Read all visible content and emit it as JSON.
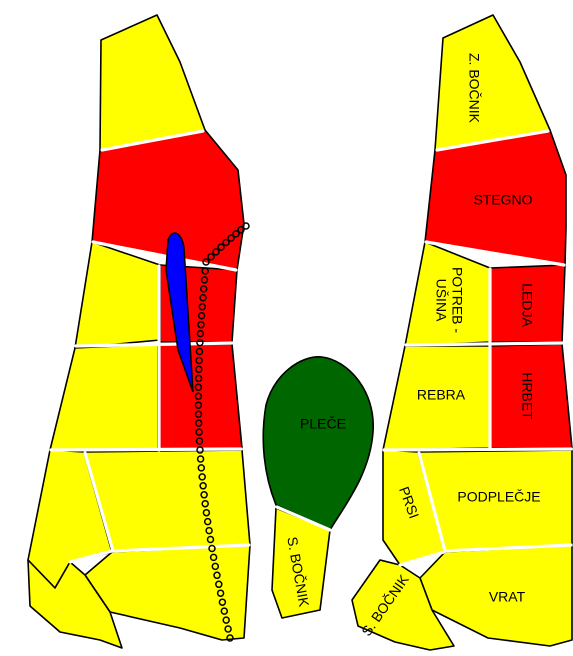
{
  "colors": {
    "yellow_cut": "#FFFF00",
    "red_cut": "#FF0000",
    "green_cut": "#006600",
    "knife_line": "#0000FF",
    "outline": "#000000",
    "background": "#FFFFFF"
  },
  "labels": {
    "z_bocnik": "Z. BOČNIK",
    "stegno": "STEGNO",
    "potrebusina_line1": "POTREB -",
    "potrebusina_line2": "UŠINA",
    "ledja": "LEDJA",
    "rebra": "REBRA",
    "hrbet": "HRBET",
    "prsi": "PRSI",
    "podplecje": "PODPLEČJE",
    "s_bocnik_bottom": "S. BOČNIK",
    "vrat": "VRAT",
    "pleče": "PLEČE",
    "s_bocnik_shoulder": "S. BOČNIK"
  }
}
